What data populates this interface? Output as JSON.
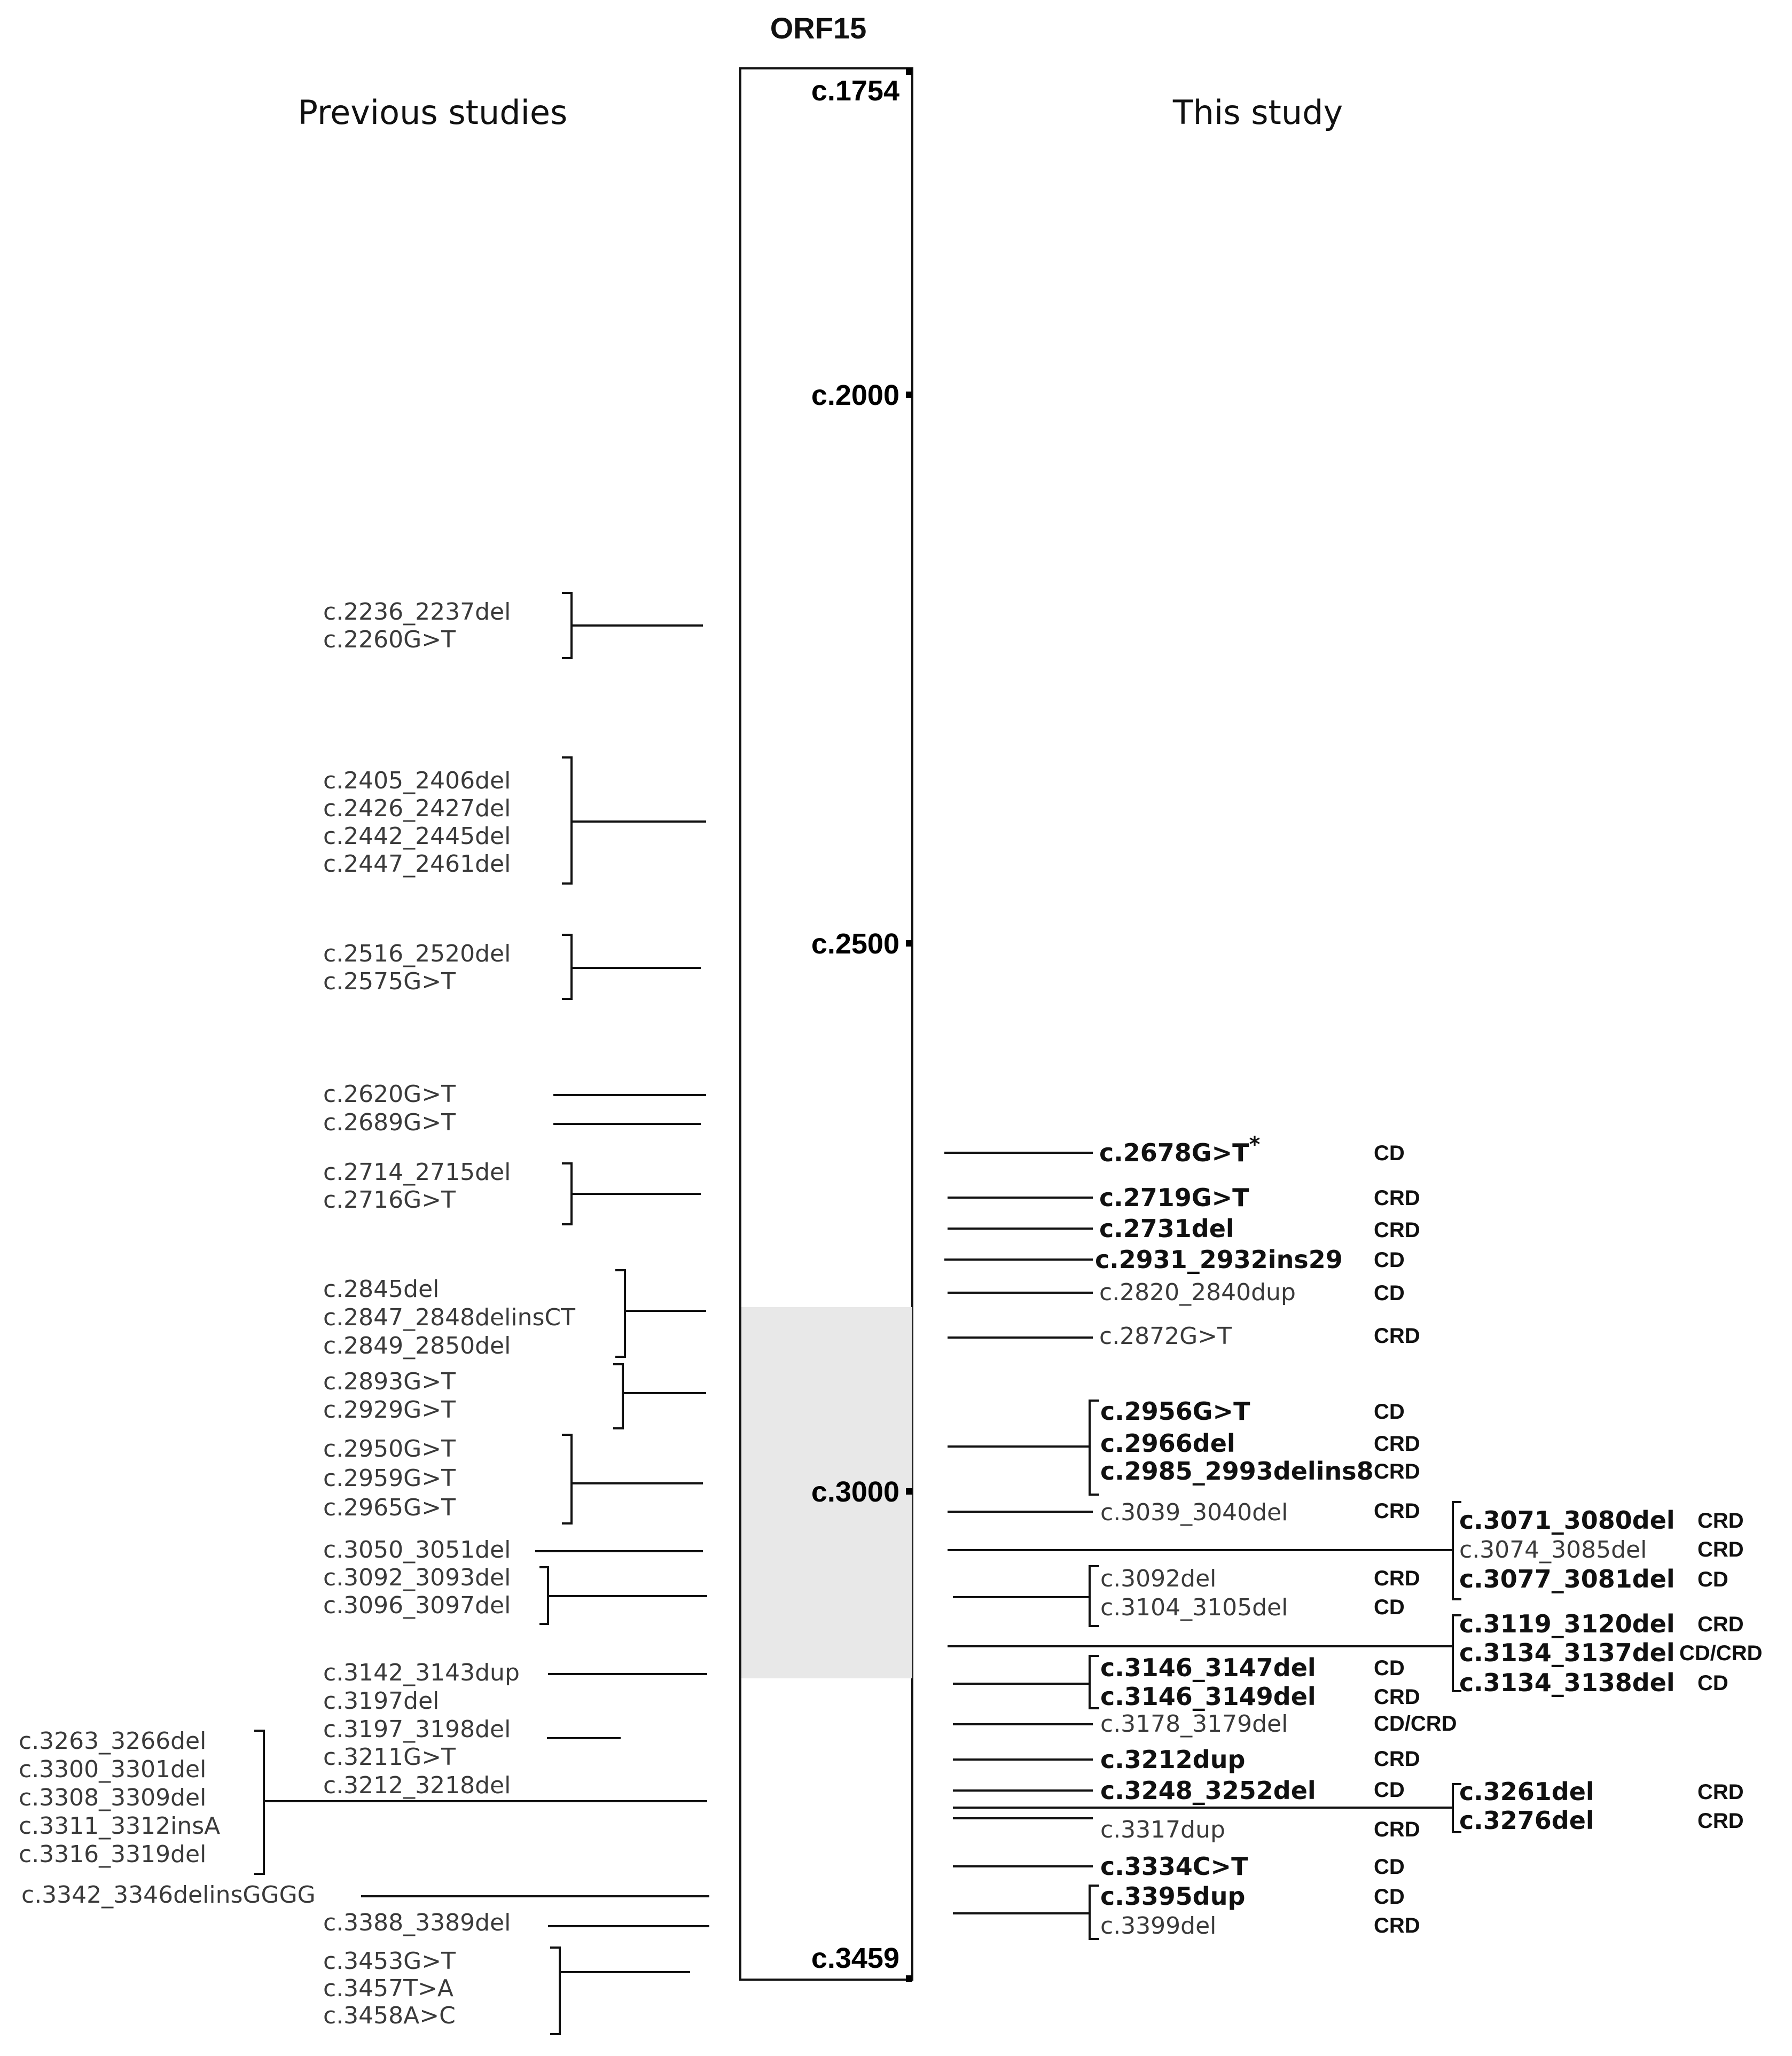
{
  "title": "ORF15",
  "headers": {
    "left": "Previous studies",
    "right": "This study"
  },
  "positions": [
    "c.1754",
    "c.2000",
    "c.2500",
    "c.3000",
    "c.3459"
  ],
  "previous_studies": [
    [
      "c.2236_2237del",
      "c.2260G>T"
    ],
    [
      "c.2405_2406del",
      "c.2426_2427del",
      "c.2442_2445del",
      "c.2447_2461del"
    ],
    [
      "c.2516_2520del",
      "c.2575G>T"
    ],
    [
      "c.2620G>T"
    ],
    [
      "c.2689G>T"
    ],
    [
      "c.2714_2715del",
      "c.2716G>T"
    ],
    [
      "c.2845del",
      "c.2847_2848delinsCT",
      "c.2849_2850del"
    ],
    [
      "c.2893G>T",
      "c.2929G>T"
    ],
    [
      "c.2950G>T",
      "c.2959G>T",
      "c.2965G>T"
    ],
    [
      "c.3050_3051del"
    ],
    [
      "c.3092_3093del",
      "c.3096_3097del"
    ],
    [
      "c.3142_3143dup"
    ],
    [
      "c.3197del"
    ],
    [
      "c.3197_3198del"
    ],
    [
      "c.3211G>T"
    ],
    [
      "c.3212_3218del"
    ],
    [
      "c.3263_3266del",
      "c.3300_3301del",
      "c.3308_3309del",
      "c.3311_3312insA",
      "c.3316_3319del"
    ],
    [
      "c.3342_3346delinsGGGG"
    ],
    [
      "c.3388_3389del"
    ],
    [
      "c.3453G>T",
      "c.3457T>A",
      "c.3458A>C"
    ]
  ],
  "this_study": [
    {
      "label": "c.2678G>T",
      "mark": "*",
      "phenotype": "CD"
    },
    {
      "label": "c.2719G>T",
      "phenotype": "CRD"
    },
    {
      "label": "c.2731del",
      "phenotype": "CRD"
    },
    {
      "label": "c.2931_2932ins29",
      "phenotype": "CD"
    },
    {
      "label": "c.2820_2840dup",
      "phenotype": "CD"
    },
    {
      "label": "c.2872G>T",
      "phenotype": "CRD"
    },
    {
      "label": "c.2956G>T",
      "phenotype": "CD"
    },
    {
      "label": "c.2966del",
      "phenotype": "CRD"
    },
    {
      "label": "c.2985_2993delins8",
      "phenotype": "CRD"
    },
    {
      "label": "c.3039_3040del",
      "phenotype": "CRD"
    },
    {
      "label": "c.3071_3080del",
      "phenotype": "CRD"
    },
    {
      "label": "c.3074_3085del",
      "phenotype": "CRD"
    },
    {
      "label": "c.3077_3081del",
      "phenotype": "CD"
    },
    {
      "label": "c.3092del",
      "phenotype": "CRD"
    },
    {
      "label": "c.3104_3105del",
      "phenotype": "CD"
    },
    {
      "label": "c.3119_3120del",
      "phenotype": "CRD"
    },
    {
      "label": "c.3134_3137del",
      "phenotype": "CD/CRD"
    },
    {
      "label": "c.3134_3138del",
      "phenotype": "CD"
    },
    {
      "label": "c.3146_3147del",
      "phenotype": "CD"
    },
    {
      "label": "c.3146_3149del",
      "phenotype": "CRD"
    },
    {
      "label": "c.3178_3179del",
      "phenotype": "CD/CRD"
    },
    {
      "label": "c.3212dup",
      "phenotype": "CRD"
    },
    {
      "label": "c.3248_3252del",
      "phenotype": "CD"
    },
    {
      "label": "c.3261del",
      "phenotype": "CRD"
    },
    {
      "label": "c.3276del",
      "phenotype": "CRD"
    },
    {
      "label": "c.3317dup",
      "phenotype": "CRD"
    },
    {
      "label": "c.3334C>T",
      "phenotype": "CD"
    },
    {
      "label": "c.3395dup",
      "phenotype": "CD"
    },
    {
      "label": "c.3399del",
      "phenotype": "CRD"
    }
  ]
}
